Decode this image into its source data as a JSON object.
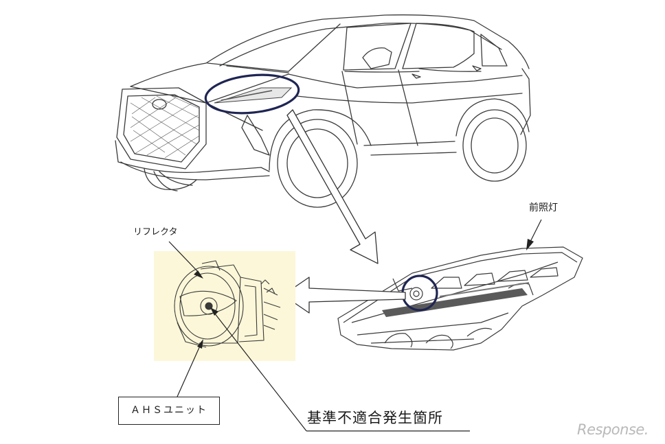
{
  "labels": {
    "headlamp": "前照灯",
    "reflector": "リフレクタ",
    "ahs_unit": "ＡＨＳユニット",
    "defect_location": "基準不適合発生箇所"
  },
  "watermark": "Response.",
  "colors": {
    "line_art": "#3a3a3a",
    "highlight_ellipse": "#1f2553",
    "inset_background": "#fbf7d8",
    "lamp_strip": "#5a5a5a",
    "watermark": "#b9b9b9"
  },
  "icons": {
    "callout_arrow": "hollow-arrow-icon",
    "leader": "leader-line"
  }
}
